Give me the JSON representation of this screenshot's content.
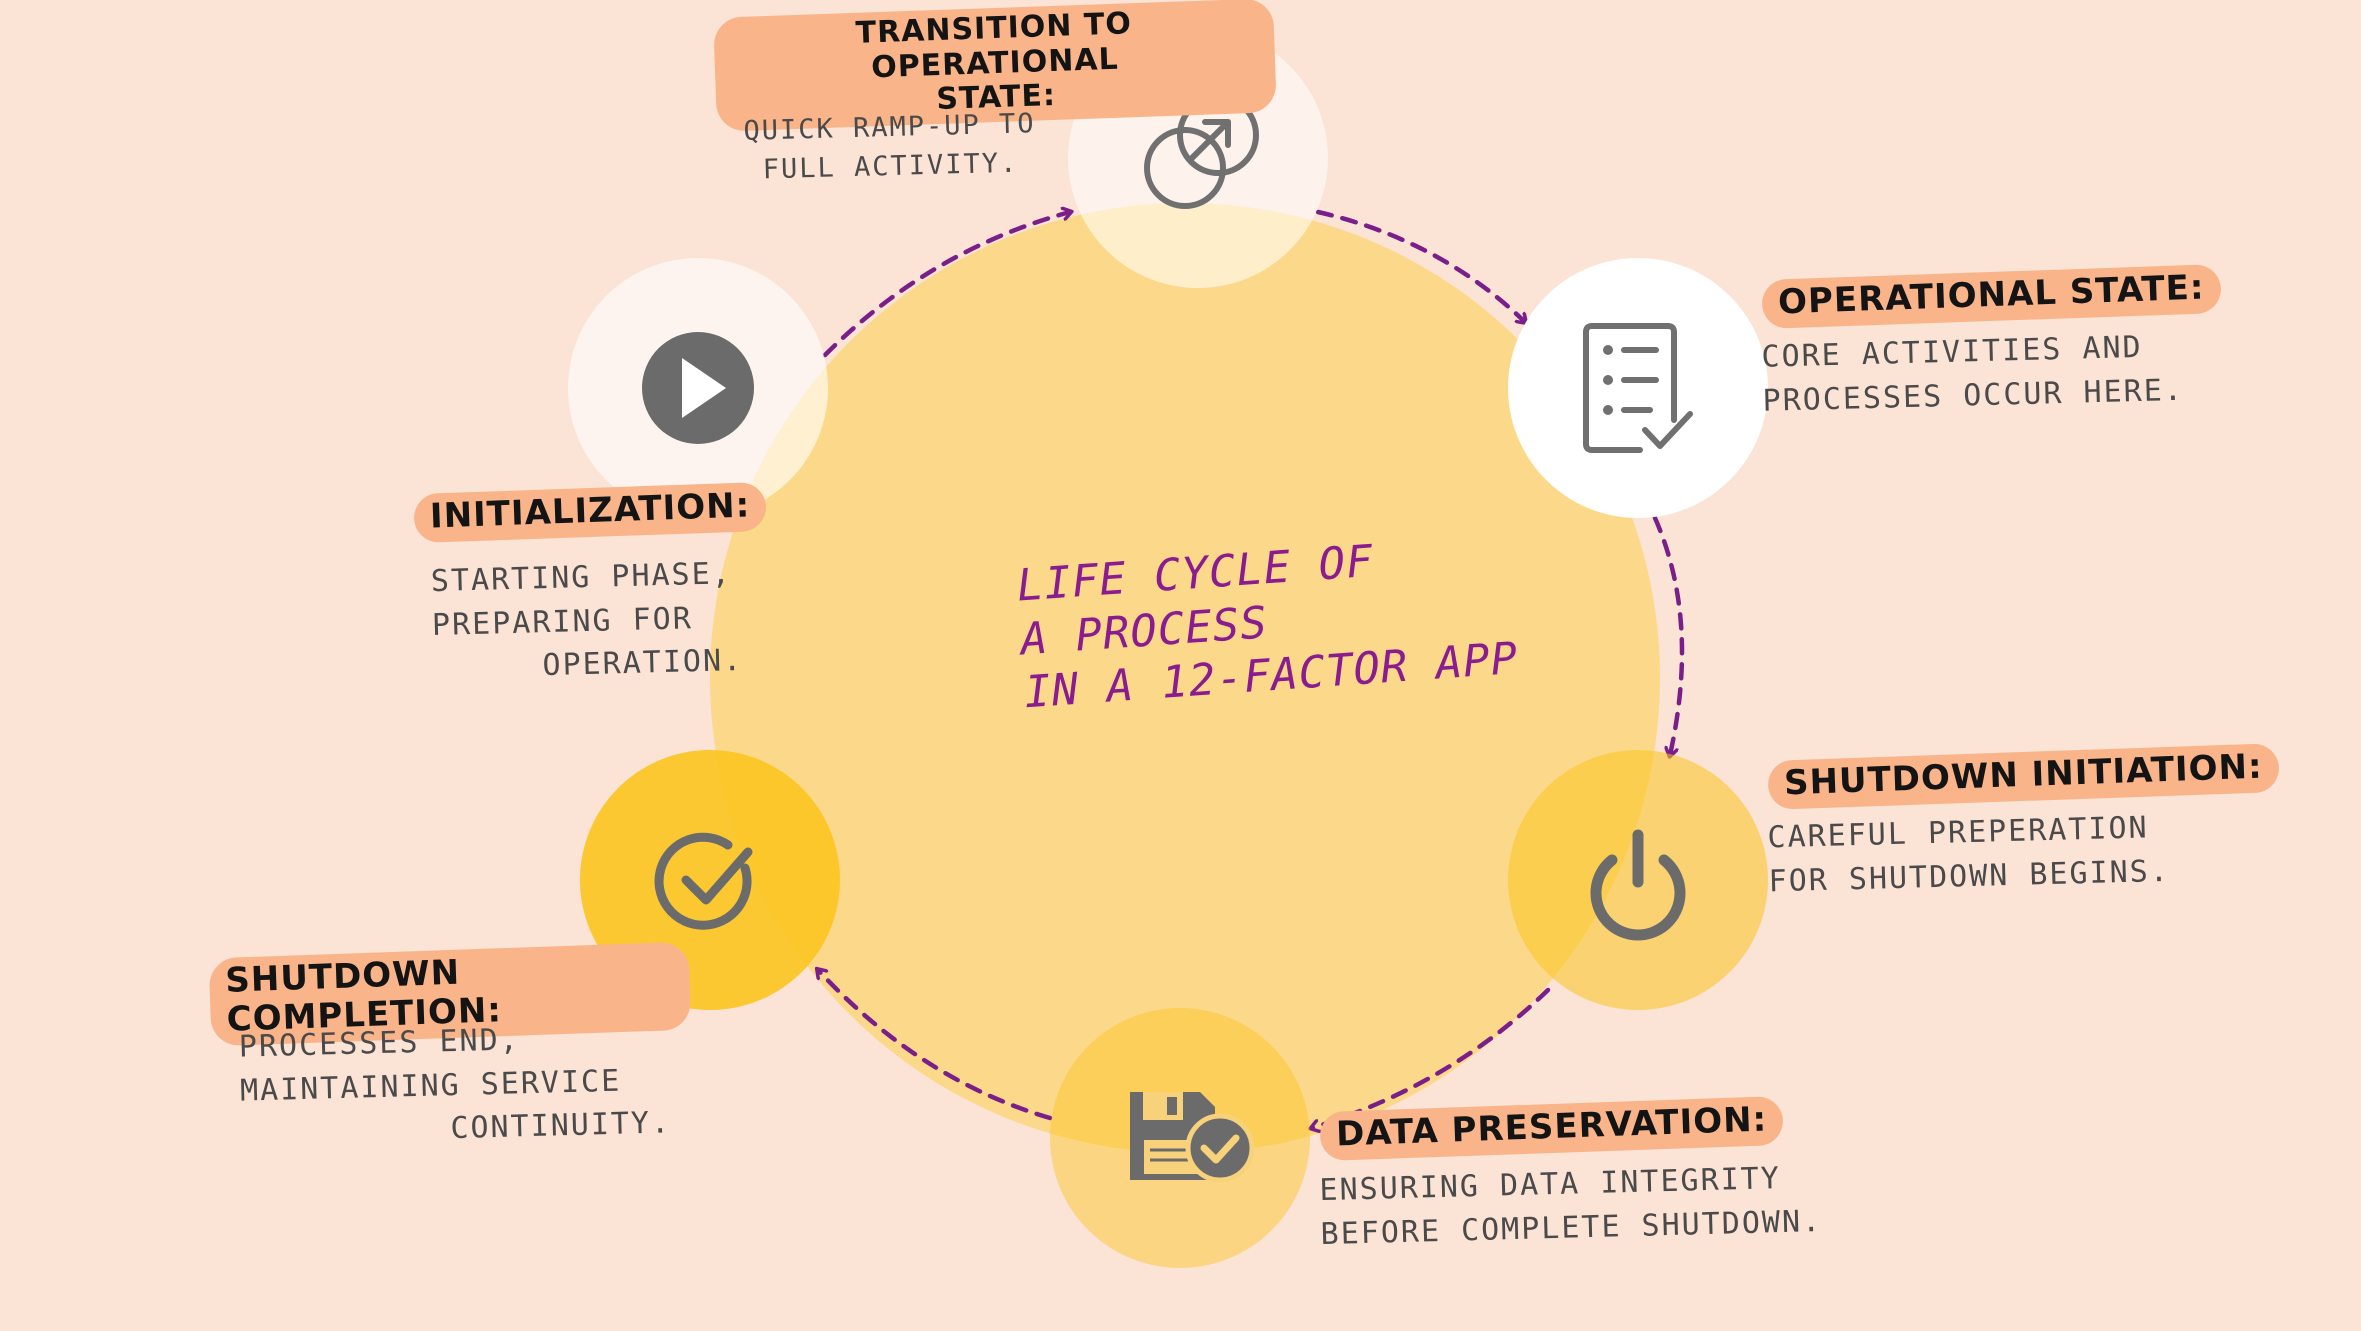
{
  "center_title": {
    "line1": "LIFE CYCLE OF",
    "line2": "A PROCESS",
    "line3": "IN A 12-FACTOR APP"
  },
  "stages": {
    "transition": {
      "heading_line1": "TRANSITION TO OPERATIONAL",
      "heading_line2": "STATE:",
      "desc_line1": "QUICK RAMP-UP TO",
      "desc_line2": "FULL ACTIVITY.",
      "icon": "external-link-arrow-icon"
    },
    "operational": {
      "heading": "OPERATIONAL STATE:",
      "desc_line1": "CORE ACTIVITIES AND",
      "desc_line2": "PROCESSES OCCUR HERE.",
      "icon": "checklist-icon"
    },
    "shutdown_initiation": {
      "heading": "SHUTDOWN INITIATION:",
      "desc_line1": "CAREFUL PREPERATION",
      "desc_line2": "FOR SHUTDOWN BEGINS.",
      "icon": "power-icon"
    },
    "data_preservation": {
      "heading": "DATA PRESERVATION:",
      "desc_line1": "ENSURING DATA INTEGRITY",
      "desc_line2": "BEFORE COMPLETE SHUTDOWN.",
      "icon": "floppy-check-icon"
    },
    "shutdown_completion": {
      "heading": "SHUTDOWN COMPLETION:",
      "desc_line1": "PROCESSES END,",
      "desc_line2": "MAINTAINING SERVICE",
      "desc_line3": "CONTINUITY.",
      "icon": "circle-check-icon"
    },
    "initialization": {
      "heading": "INITIALIZATION:",
      "desc_line1": "STARTING PHASE,",
      "desc_line2": "PREPARING FOR",
      "desc_line3": "OPERATION.",
      "icon": "play-icon"
    }
  },
  "colors": {
    "background": "#fbe3d6",
    "main_circle": "#fcd98a",
    "highlight": "#f9b48a",
    "arrow": "#7a1f8a",
    "title": "#8a1c8f",
    "icon_gray": "#6b6b6b",
    "node_white": "#ffffff",
    "node_yellow": "#fcc420"
  }
}
